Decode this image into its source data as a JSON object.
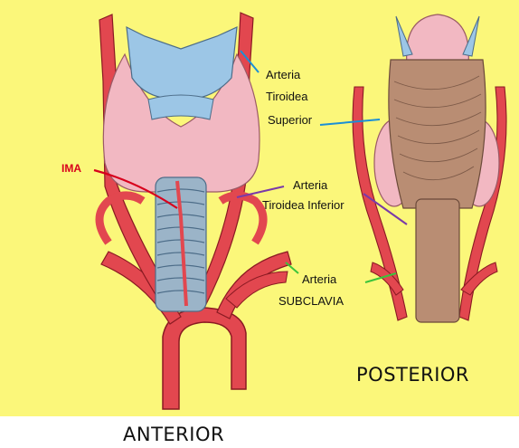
{
  "labels": {
    "ima": "IMA",
    "sup_line1": "Arteria",
    "sup_line2": "Tiroidea",
    "sup_line3": "Superior",
    "inf_line1": "Arteria",
    "inf_line2": "Tiroidea Inferior",
    "sub_line1": "Arteria",
    "sub_line2": "SUBCLAVIA"
  },
  "views": {
    "posterior": "POSTERIOR",
    "anterior": "ANTERIOR"
  },
  "colors": {
    "background": "#fbf77a",
    "artery": "#e2474f",
    "thyroid": "#f2b8c2",
    "cartilage": "#9cc6e6",
    "trachea": "#9bb4c8",
    "pharynx_muscle": "#b98d73",
    "leader_blue": "#1b8fd6",
    "leader_purple": "#7a3aa8",
    "leader_green": "#3bc43b",
    "leader_red": "#d8001c"
  }
}
